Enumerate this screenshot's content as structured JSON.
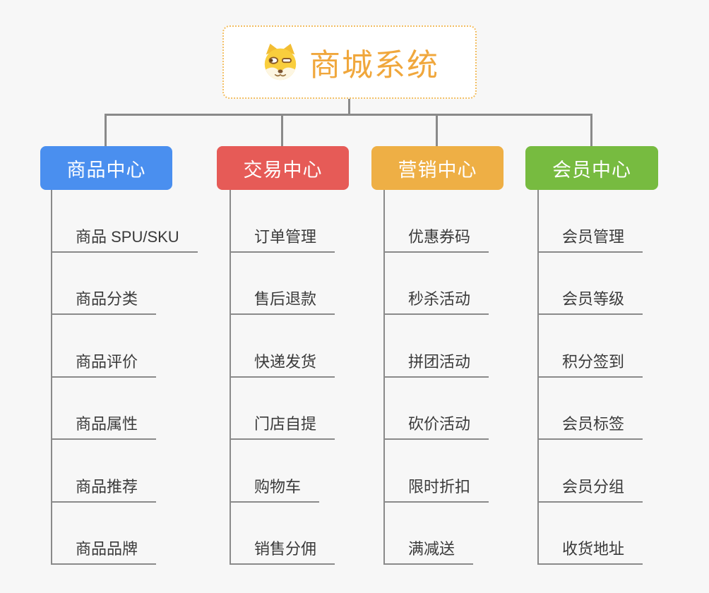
{
  "root": {
    "title": "商城系统",
    "icon": "doge-icon"
  },
  "branches": [
    {
      "id": "product-center",
      "label": "商品中心",
      "color": "#4a8fef",
      "items": [
        "商品 SPU/SKU",
        "商品分类",
        "商品评价",
        "商品属性",
        "商品推荐",
        "商品品牌"
      ]
    },
    {
      "id": "trade-center",
      "label": "交易中心",
      "color": "#e65b57",
      "items": [
        "订单管理",
        "售后退款",
        "快递发货",
        "门店自提",
        "购物车",
        "销售分佣"
      ]
    },
    {
      "id": "marketing-center",
      "label": "营销中心",
      "color": "#eeaf45",
      "items": [
        "优惠券码",
        "秒杀活动",
        "拼团活动",
        "砍价活动",
        "限时折扣",
        "满减送"
      ]
    },
    {
      "id": "member-center",
      "label": "会员中心",
      "color": "#77bb40",
      "items": [
        "会员管理",
        "会员等级",
        "积分签到",
        "会员标签",
        "会员分组",
        "收货地址"
      ]
    }
  ],
  "colors": {
    "background": "#f7f7f7",
    "connector": "#8a8a8a",
    "root_title": "#f0a73c",
    "root_border": "#f2be62",
    "item_text": "#3a3a3a"
  }
}
